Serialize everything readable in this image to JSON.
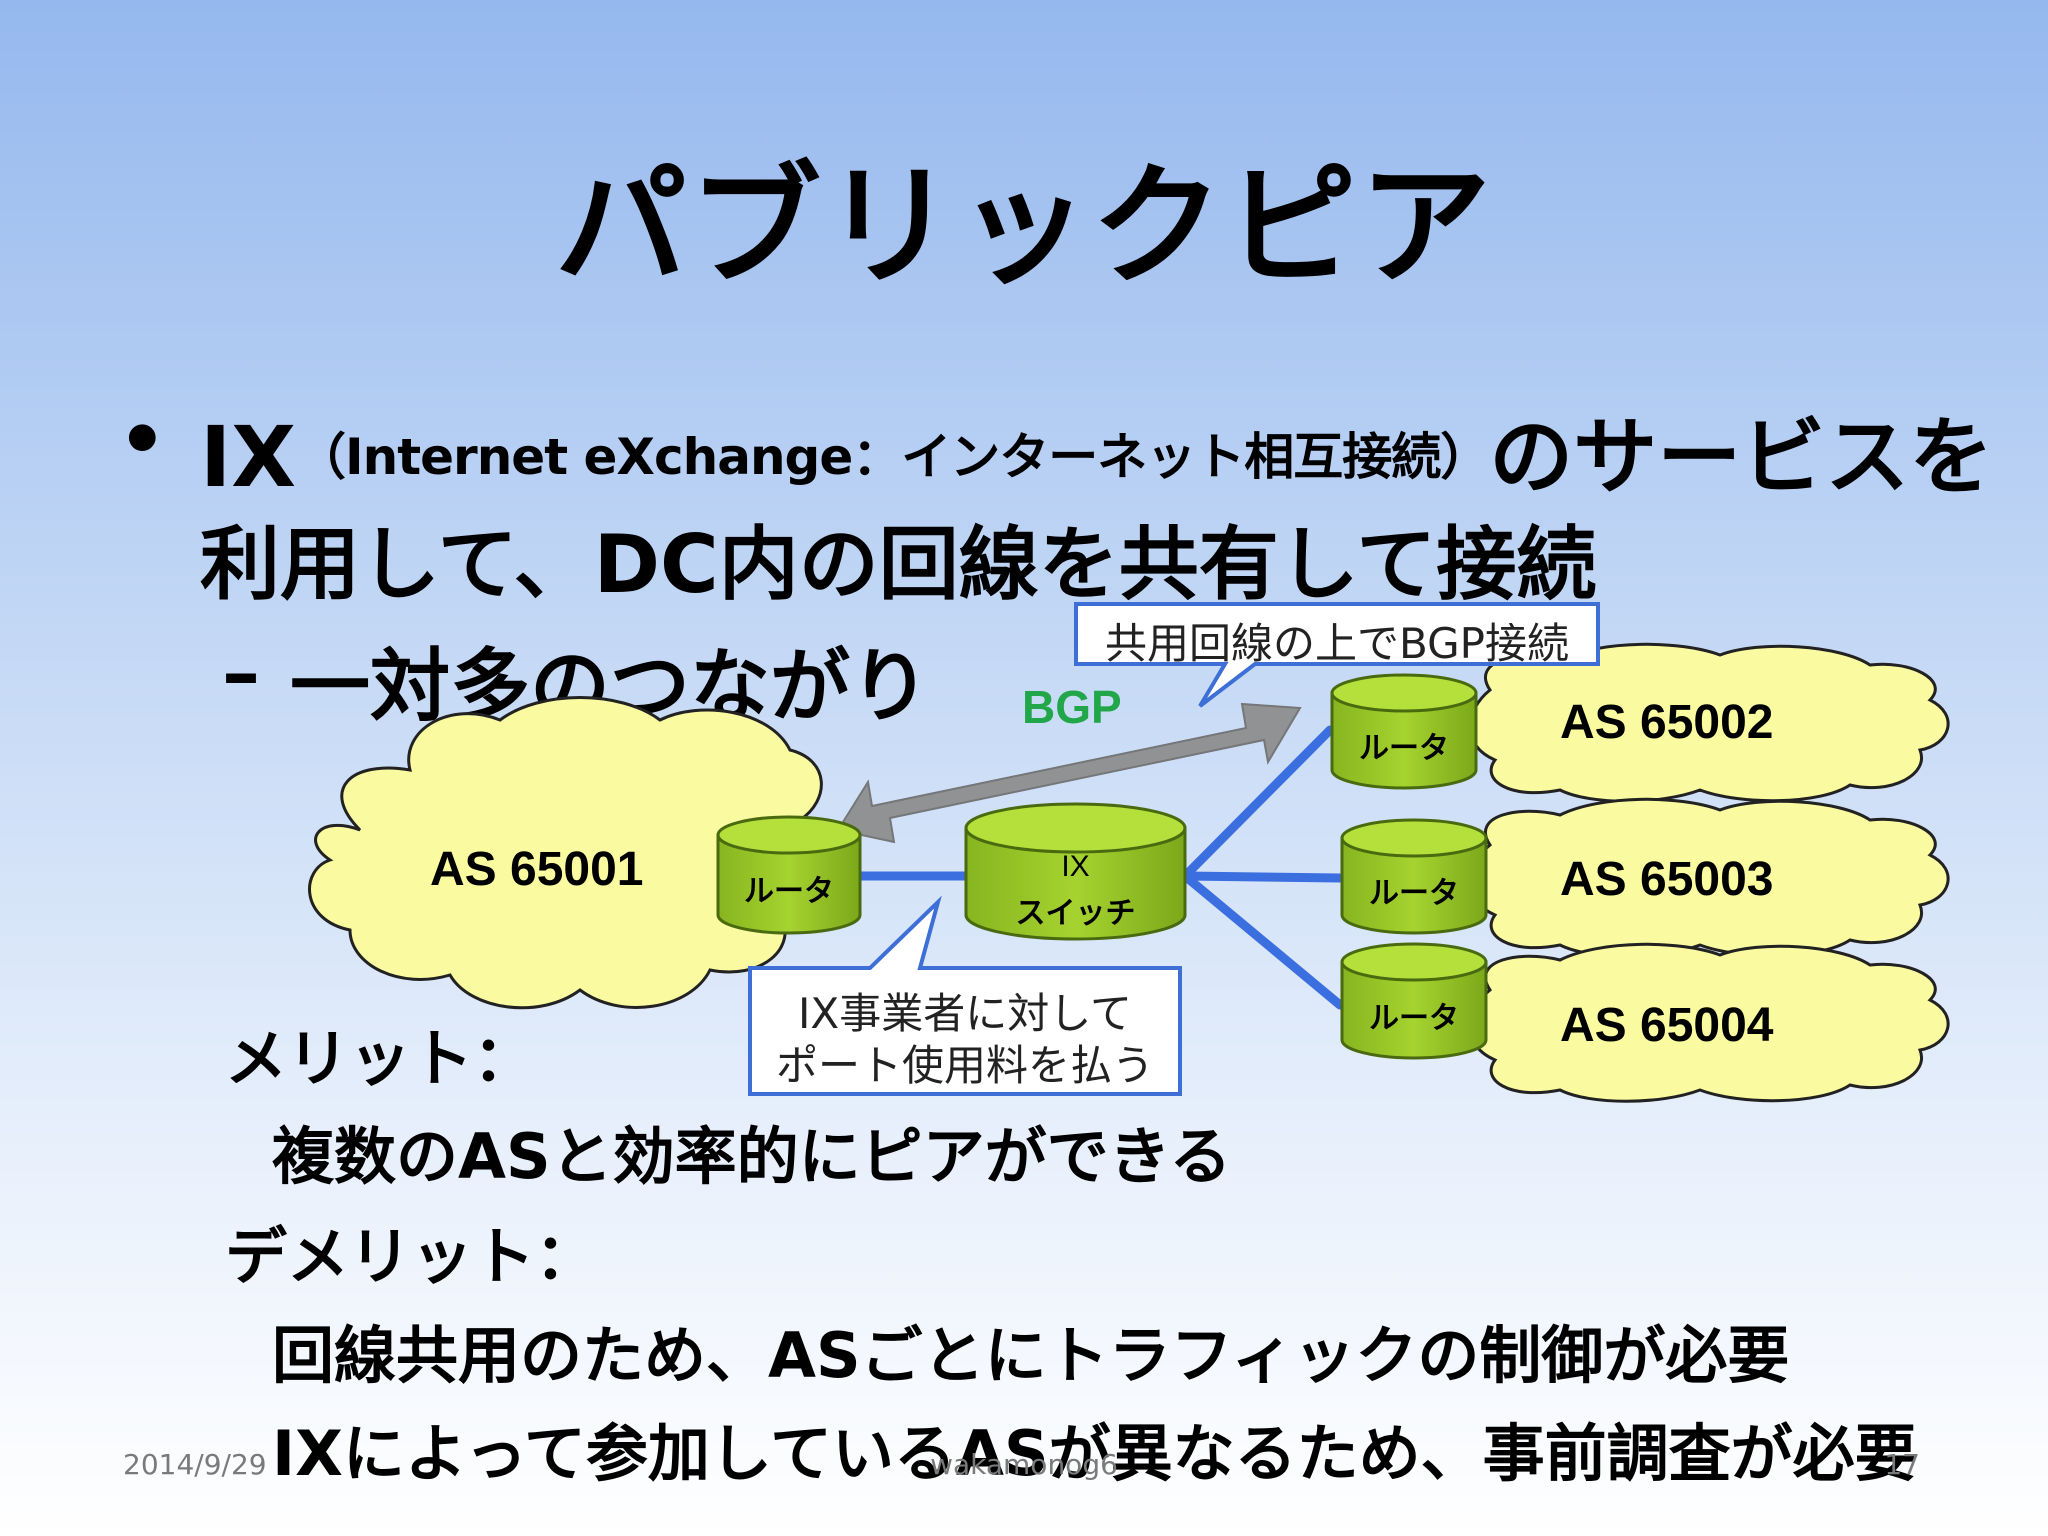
{
  "title": "パブリックピア",
  "bullet": {
    "marker": "•",
    "line1_main": "IX",
    "line1_paren": "（Internet eXchange：インターネット相互接続）",
    "line1_tail": "のサービスを",
    "line2": "利用して、DC内の回線を共有して接続",
    "sub_dash": "–",
    "sub": "一対多のつながり"
  },
  "diagram": {
    "bgp_label": "BGP",
    "callout_top": "共用回線の上でBGP接続",
    "callout_bottom_line1": "IX事業者に対して",
    "callout_bottom_line2": "ポート使用料を払う",
    "switch_line1": "IX",
    "switch_line2": "スイッチ",
    "router_label": "ルータ",
    "as_left": "AS 65001",
    "as_right": [
      "AS 65002",
      "AS 65003",
      "AS 65004"
    ],
    "colors": {
      "cloud_fill": "#fafaa0",
      "router_fill": "#9dcc2a",
      "link": "#3b6fe0",
      "bgp_green": "#22a64a",
      "arrow_gray": "#8c8c8c",
      "callout_border": "#3d6fd6"
    }
  },
  "merit_label": "メリット：",
  "merit_text": "複数のASと効率的にピアができる",
  "demerit_label": "デメリット：",
  "demerit_text1": "回線共用のため、ASごとにトラフィックの制御が必要",
  "demerit_text2": "IXによって参加しているASが異なるため、事前調査が必要",
  "footer": {
    "date": "2014/9/29",
    "center": "wakamonog6",
    "page": "17"
  }
}
